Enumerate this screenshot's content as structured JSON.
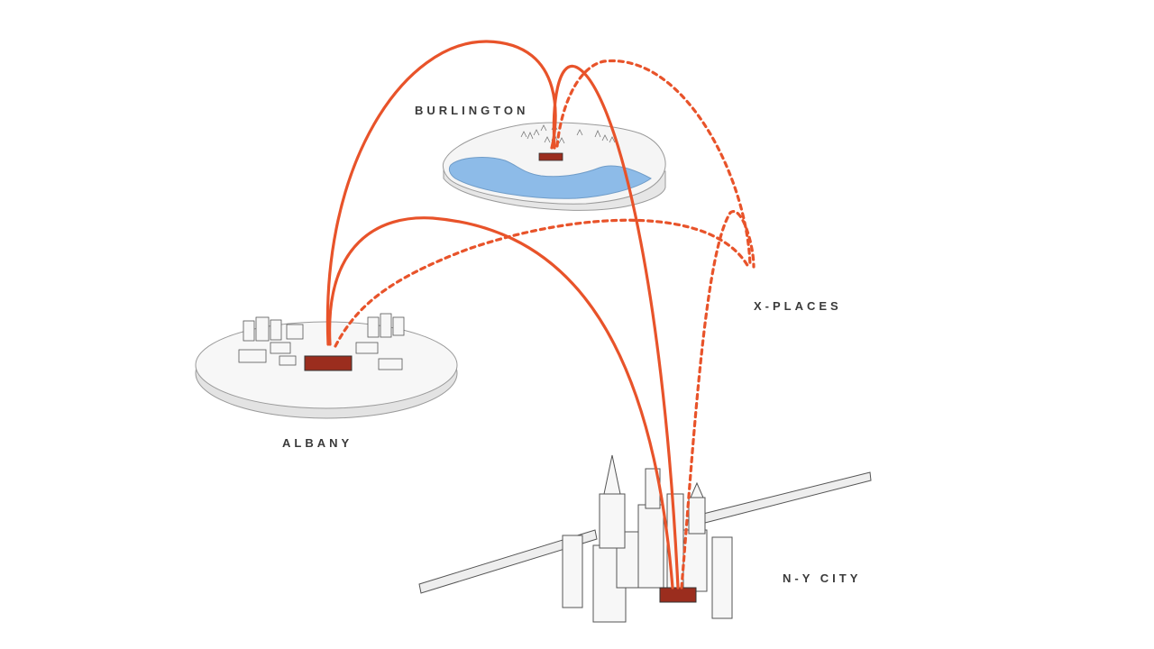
{
  "labels": {
    "burlington": "BURLINGTON",
    "xplaces": "X-PLACES",
    "albany": "ALBANY",
    "nycity": "N-Y CITY"
  },
  "colors": {
    "arc": "#e8532a",
    "water": "#8dbbe8",
    "platform": "#f4f4f4",
    "platform_edge": "#d9d9d9",
    "building": "#f7f7f7",
    "outline": "#555555",
    "screen": "#9b2d1e",
    "label": "#3a3a3a"
  },
  "connections": [
    {
      "from": "ALBANY",
      "to": "BURLINGTON",
      "style": "solid"
    },
    {
      "from": "ALBANY",
      "to": "N-Y CITY",
      "style": "solid"
    },
    {
      "from": "ALBANY",
      "to": "X-PLACES",
      "style": "dashed"
    },
    {
      "from": "BURLINGTON",
      "to": "N-Y CITY",
      "style": "solid"
    },
    {
      "from": "BURLINGTON",
      "to": "X-PLACES",
      "style": "dashed"
    },
    {
      "from": "N-Y CITY",
      "to": "X-PLACES",
      "style": "dashed"
    }
  ]
}
